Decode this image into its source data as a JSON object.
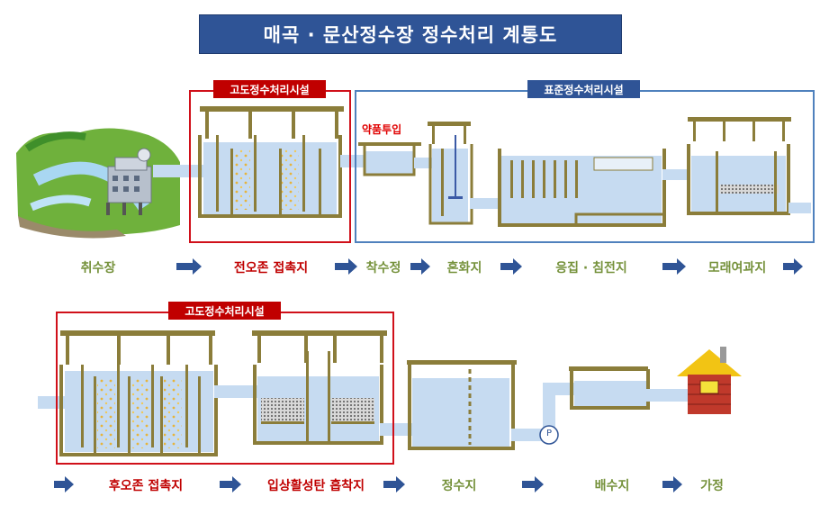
{
  "title": "매곡 · 문산정수장   정수처리 계통도",
  "section_tags": {
    "advanced_top": "고도정수처리시설",
    "standard": "표준정수처리시설",
    "advanced_bottom": "고도정수처리시설"
  },
  "chemical_dosing": "약품투입",
  "pump_symbol": "P",
  "process_row1": [
    "취수장",
    "전오존 접촉지",
    "착수정",
    "혼화지",
    "응집 · 침전지",
    "모래여과지"
  ],
  "process_row2": [
    "후오존 접촉지",
    "입상활성탄 흡착지",
    "정수지",
    "배수지",
    "가정"
  ],
  "colors": {
    "title_bg": "#2f5496",
    "advanced_frame": "#d0101a",
    "standard_frame": "#4f81bd",
    "water": "#c6dbf1",
    "tank_wall": "#8b7d3a",
    "arrow": "#2f5496",
    "label_green": "#76923c",
    "label_red": "#c00000"
  }
}
